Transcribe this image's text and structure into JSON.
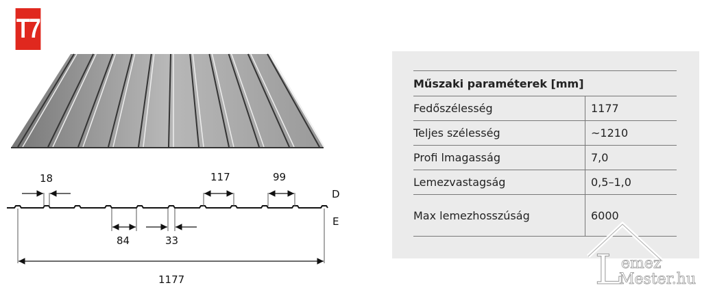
{
  "badge": "T7",
  "diagram": {
    "dims": {
      "d18": "18",
      "d117": "117",
      "d99": "99",
      "d84": "84",
      "d33": "33",
      "total": "1177"
    },
    "side_top": "D",
    "side_bottom": "E"
  },
  "table": {
    "title": "Műszaki paraméterek [mm]",
    "rows": [
      {
        "label": "Fedőszélesség",
        "value": "1177"
      },
      {
        "label": "Teljes szélesség",
        "value": "~1210"
      },
      {
        "label": "Profi lmagasság",
        "value": "7,0"
      },
      {
        "label": "Lemezvastagság",
        "value": "0,5–1,0"
      },
      {
        "label": "Max lemezhosszúság",
        "value": "6000"
      }
    ]
  },
  "watermark": "LemezMester.hu"
}
